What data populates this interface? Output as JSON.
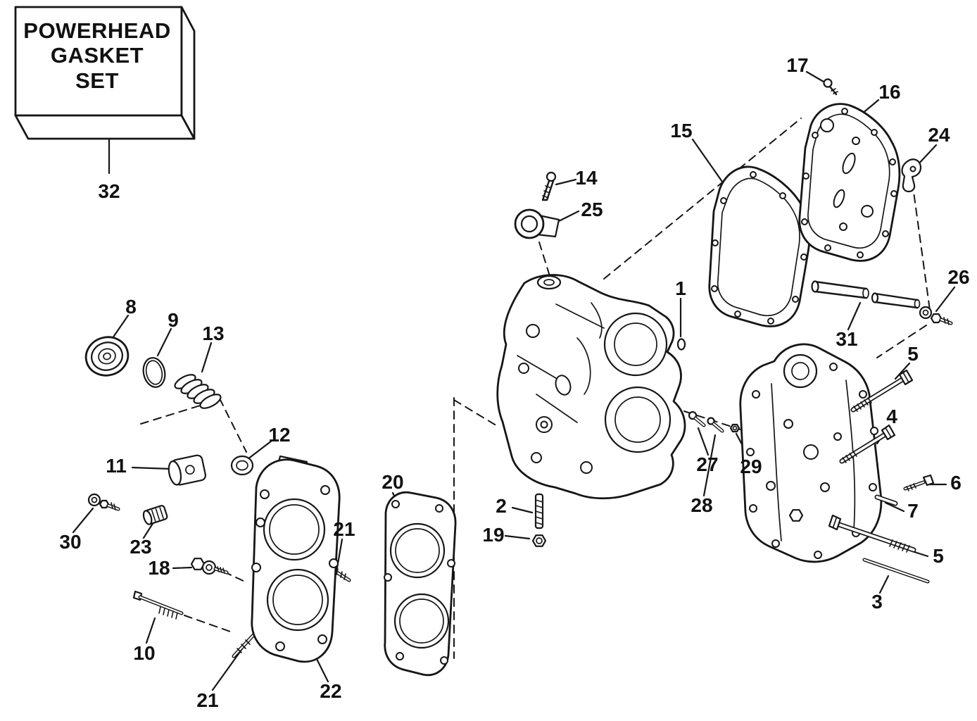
{
  "box": {
    "line1": "POWERHEAD",
    "line2": "GASKET",
    "line3": "SET"
  },
  "callouts": {
    "c1": "1",
    "c2": "2",
    "c3": "3",
    "c4": "4",
    "c5a": "5",
    "c5b": "5",
    "c6": "6",
    "c7": "7",
    "c8": "8",
    "c9": "9",
    "c10": "10",
    "c11": "11",
    "c12": "12",
    "c13": "13",
    "c14": "14",
    "c15": "15",
    "c16": "16",
    "c17": "17",
    "c18": "18",
    "c19": "19",
    "c20": "20",
    "c21a": "21",
    "c21b": "21",
    "c22": "22",
    "c23": "23",
    "c24": "24",
    "c25": "25",
    "c26": "26",
    "c27": "27",
    "c28": "28",
    "c29": "29",
    "c30": "30",
    "c31": "31",
    "c32": "32"
  },
  "colors": {
    "ink": "#161616",
    "paper": "#ffffff"
  }
}
